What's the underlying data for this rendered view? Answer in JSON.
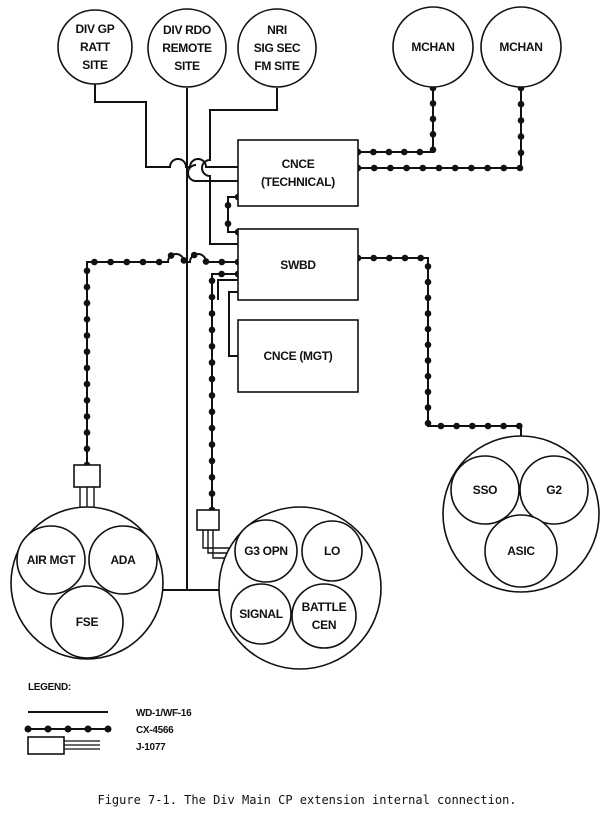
{
  "nodes": {
    "div_gp_ratt": [
      "DIV GP",
      "RATT",
      "SITE"
    ],
    "div_rdo_remote": [
      "DIV RDO",
      "REMOTE",
      "SITE"
    ],
    "nri_sig_sec": [
      "NRI",
      "SIG SEC",
      "FM SITE"
    ],
    "mchan_1": [
      "MCHAN"
    ],
    "mchan_2": [
      "MCHAN"
    ],
    "cnce_technical": [
      "CNCE",
      "(TECHNICAL)"
    ],
    "swbd": [
      "SWBD"
    ],
    "cnce_mgt": [
      "CNCE (MGT)"
    ],
    "air_mgt": [
      "AIR MGT"
    ],
    "ada": [
      "ADA"
    ],
    "fse": [
      "FSE"
    ],
    "g3_opn": [
      "G3 OPN"
    ],
    "lo": [
      "LO"
    ],
    "signal": [
      "SIGNAL"
    ],
    "battle_cen": [
      "BATTLE",
      "CEN"
    ],
    "sso": [
      "SSO"
    ],
    "g2": [
      "G2"
    ],
    "asic": [
      "ASIC"
    ]
  },
  "legend": {
    "title": "LEGEND:",
    "wire": "WD-1/WF-16",
    "cable": "CX-4566",
    "junction": "J-1077"
  },
  "caption": "Figure 7-1. The Div Main CP extension internal connection.",
  "colors": {
    "ink": "#111111",
    "paper": "#ffffff"
  }
}
